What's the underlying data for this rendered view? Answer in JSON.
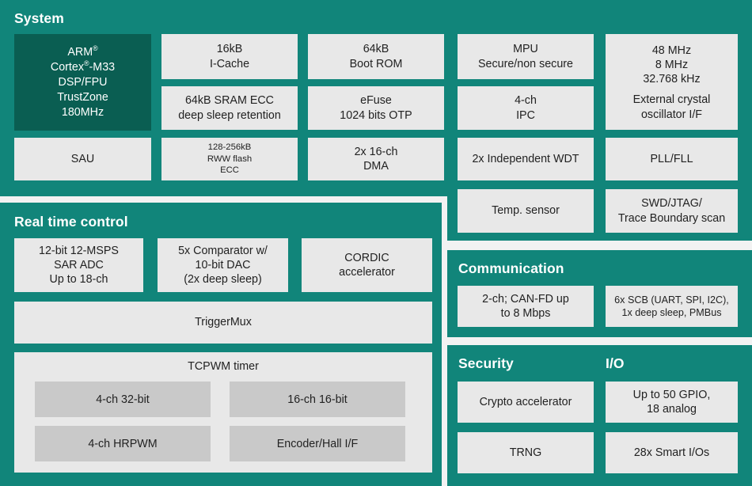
{
  "colors": {
    "panel_teal": "#11857a",
    "cpu_dark_teal": "#0a5e52",
    "box_gray": "#e8e8e8",
    "subbox_gray": "#c9c9c9",
    "page_bg": "#f2f2f2",
    "title_text": "#ffffff",
    "box_text": "#222222"
  },
  "panels": {
    "system": {
      "title": "System",
      "cpu": {
        "lines": [
          "ARM®",
          "Cortex®-M33",
          "DSP/FPU",
          "TrustZone",
          "180MHz"
        ]
      },
      "boxes": [
        {
          "name": "icache",
          "lines": [
            "16kB",
            "I-Cache"
          ]
        },
        {
          "name": "boot-rom",
          "lines": [
            "64kB",
            "Boot ROM"
          ]
        },
        {
          "name": "mpu",
          "lines": [
            "MPU",
            "Secure/non secure"
          ]
        },
        {
          "name": "clocks",
          "lines": [
            "48 MHz",
            "8 MHz",
            "32.768 kHz"
          ]
        },
        {
          "name": "sram-ecc",
          "lines": [
            "64kB SRAM ECC",
            "deep sleep retention"
          ]
        },
        {
          "name": "efuse",
          "lines": [
            "eFuse",
            "1024 bits OTP"
          ]
        },
        {
          "name": "ipc",
          "lines": [
            "4-ch",
            "IPC"
          ]
        },
        {
          "name": "ext-crystal",
          "lines": [
            "External crystal",
            "oscillator I/F"
          ]
        },
        {
          "name": "sau",
          "lines": [
            "SAU"
          ]
        },
        {
          "name": "rww-flash",
          "lines": [
            "128-256kB",
            "RWW flash",
            "ECC"
          ]
        },
        {
          "name": "dma",
          "lines": [
            "2x 16-ch",
            "DMA"
          ]
        },
        {
          "name": "wdt",
          "lines": [
            "2x Independent WDT"
          ]
        },
        {
          "name": "pll-fll",
          "lines": [
            "PLL/FLL"
          ]
        },
        {
          "name": "temp-sensor",
          "lines": [
            "Temp. sensor"
          ]
        },
        {
          "name": "swd-jtag",
          "lines": [
            "SWD/JTAG/",
            "Trace Boundary scan"
          ]
        }
      ]
    },
    "real_time_control": {
      "title": "Real time control",
      "boxes": [
        {
          "name": "sar-adc",
          "lines": [
            "12-bit 12-MSPS",
            "SAR ADC",
            "Up to 18-ch"
          ]
        },
        {
          "name": "comparator-dac",
          "lines": [
            "5x Comparator w/",
            "10-bit DAC",
            "(2x deep sleep)"
          ]
        },
        {
          "name": "cordic",
          "lines": [
            "CORDIC",
            "accelerator"
          ]
        },
        {
          "name": "triggermux",
          "lines": [
            "TriggerMux"
          ]
        }
      ],
      "tcpwm": {
        "label": "TCPWM timer",
        "subboxes": [
          {
            "name": "tcpwm-4ch-32bit",
            "label": "4-ch 32-bit"
          },
          {
            "name": "tcpwm-16ch-16bit",
            "label": "16-ch 16-bit"
          },
          {
            "name": "tcpwm-4ch-hrpwm",
            "label": "4-ch HRPWM"
          },
          {
            "name": "tcpwm-encoder-hall",
            "label": "Encoder/Hall I/F"
          }
        ]
      }
    },
    "communication": {
      "title": "Communication",
      "boxes": [
        {
          "name": "can-fd",
          "lines": [
            "2-ch; CAN-FD up",
            "to 8 Mbps"
          ]
        },
        {
          "name": "scb",
          "lines": [
            "6x SCB (UART, SPI, I2C),",
            "1x deep sleep, PMBus"
          ]
        }
      ]
    },
    "security": {
      "title": "Security",
      "boxes": [
        {
          "name": "crypto-accelerator",
          "lines": [
            "Crypto accelerator"
          ]
        },
        {
          "name": "trng",
          "lines": [
            "TRNG"
          ]
        }
      ]
    },
    "io": {
      "title": "I/O",
      "boxes": [
        {
          "name": "gpio",
          "lines": [
            "Up to 50 GPIO,",
            "18 analog"
          ]
        },
        {
          "name": "smart-ios",
          "lines": [
            "28x Smart I/Os"
          ]
        }
      ]
    }
  }
}
